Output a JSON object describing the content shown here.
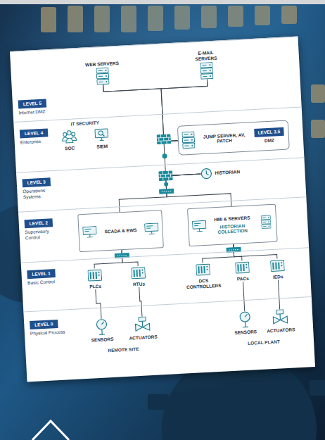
{
  "diagram": {
    "nodes": [
      {
        "text": [
          "LEVEL 5",
          "Internet DMZ"
        ]
      },
      {
        "text": [
          "WEB SERVERS"
        ],
        "in": 0
      },
      {
        "text": [
          "E-MAIL SERVERS"
        ],
        "in": 0
      },
      {
        "text": [
          "LEVEL 4",
          "Enterprise"
        ]
      },
      {
        "text": [
          "SOC"
        ],
        "in": 3
      },
      {
        "text": [
          "SIEM"
        ],
        "in": 3
      },
      {
        "text": [
          "JUMP SERVER, AV, PATCH"
        ],
        "in": 3
      },
      {
        "text": [
          "LEVEL 3.5",
          "DMZ"
        ],
        "in": 6
      },
      {
        "text": [
          "LEVEL 3",
          "Operations Systems"
        ]
      },
      {
        "text": [
          "HISTORIAN"
        ],
        "in": 8
      },
      {
        "text": [
          "LEVEL 2",
          "Supervisory Control"
        ]
      },
      {
        "text": [
          "SCADA & EWS"
        ],
        "in": 10
      },
      {
        "text": [
          "HMI & SERVERS",
          "HISTORIAN COLLECTION"
        ],
        "in": 10
      },
      {
        "text": [
          "LEVEL 1",
          "Basic Control"
        ]
      },
      {
        "text": [
          "PLCs"
        ],
        "in": 13
      },
      {
        "text": [
          "RTUs"
        ],
        "in": 13
      },
      {
        "text": [
          "DCS CONTROLLERS"
        ],
        "in": 13
      },
      {
        "text": [
          "PACs"
        ],
        "in": 13
      },
      {
        "text": [
          "IEDs"
        ],
        "in": 13
      },
      {
        "text": [
          "LEVEL 0",
          "Physical Process"
        ]
      },
      {
        "text": [
          "SENSORS"
        ],
        "in": 19
      },
      {
        "text": [
          "ACTUATORS"
        ],
        "in": 19
      },
      {
        "text": [
          "SENSORS"
        ],
        "in": 19
      },
      {
        "text": [
          "ACTUATORS"
        ],
        "in": 19
      }
    ],
    "edges": [
      {
        "from": 1,
        "to": 2,
        "arrow": "none"
      },
      {
        "from": 1,
        "to": 6,
        "arrow": "none"
      },
      {
        "from": 2,
        "to": 6,
        "arrow": "none"
      },
      {
        "from": 6,
        "to": 9,
        "arrow": "none"
      },
      {
        "from": 9,
        "to": 11,
        "arrow": "none"
      },
      {
        "from": 9,
        "to": 12,
        "arrow": "none"
      },
      {
        "from": 11,
        "to": 14,
        "arrow": "none"
      },
      {
        "from": 11,
        "to": 15,
        "arrow": "none"
      },
      {
        "from": 12,
        "to": 16,
        "arrow": "none"
      },
      {
        "from": 12,
        "to": 17,
        "arrow": "none"
      },
      {
        "from": 12,
        "to": 18,
        "arrow": "none"
      },
      {
        "from": 14,
        "to": 20,
        "arrow": "none"
      },
      {
        "from": 15,
        "to": 21,
        "arrow": "none"
      },
      {
        "from": 17,
        "to": 22,
        "arrow": "none"
      },
      {
        "from": 18,
        "to": 23,
        "arrow": "none"
      }
    ],
    "labels": [
      "IT SECURITY",
      "REMOTE SITE",
      "LOCAL PLANT"
    ]
  }
}
